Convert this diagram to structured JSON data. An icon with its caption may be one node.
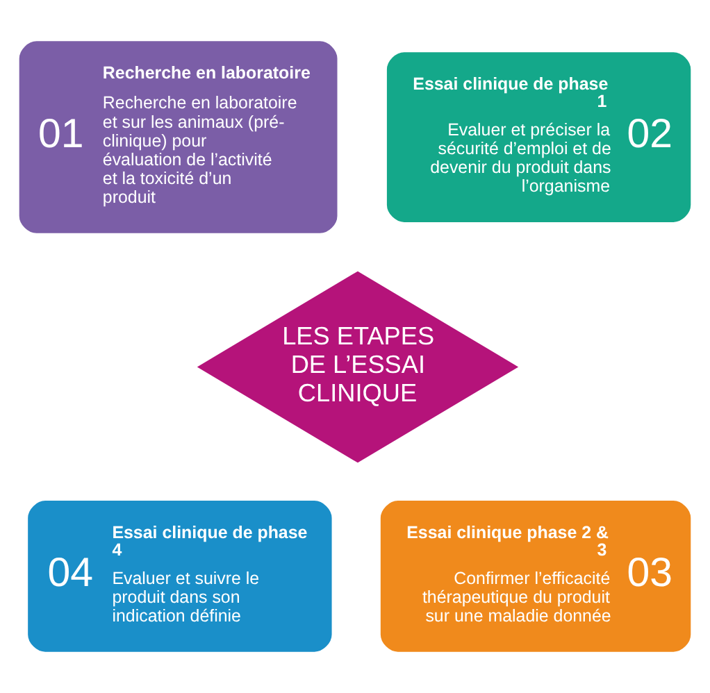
{
  "diagram": {
    "nodes": [
      {
        "text": [
          "LES ETAPES DE L’ESSAI CLINIQUE"
        ]
      },
      {
        "text": [
          "01",
          "Recherche en laboratoire",
          "Recherche en laboratoire et sur les animaux (pré-clinique) pour évaluation de l’activité et la toxicité d’un produit"
        ]
      },
      {
        "text": [
          "Essai clinique de phase 1",
          "Evaluer et préciser la sécurité d’emploi et de devenir du produit dans l’organisme",
          "02"
        ]
      },
      {
        "text": [
          "04",
          "Essai clinique de phase 4",
          "Evaluer et suivre le produit dans son indication définie"
        ]
      },
      {
        "text": [
          "Essai clinique phase 2 & 3",
          "Confirmer l’efficacité thérapeutique du produit sur une maladie donnée",
          "03"
        ]
      }
    ],
    "edges": []
  }
}
